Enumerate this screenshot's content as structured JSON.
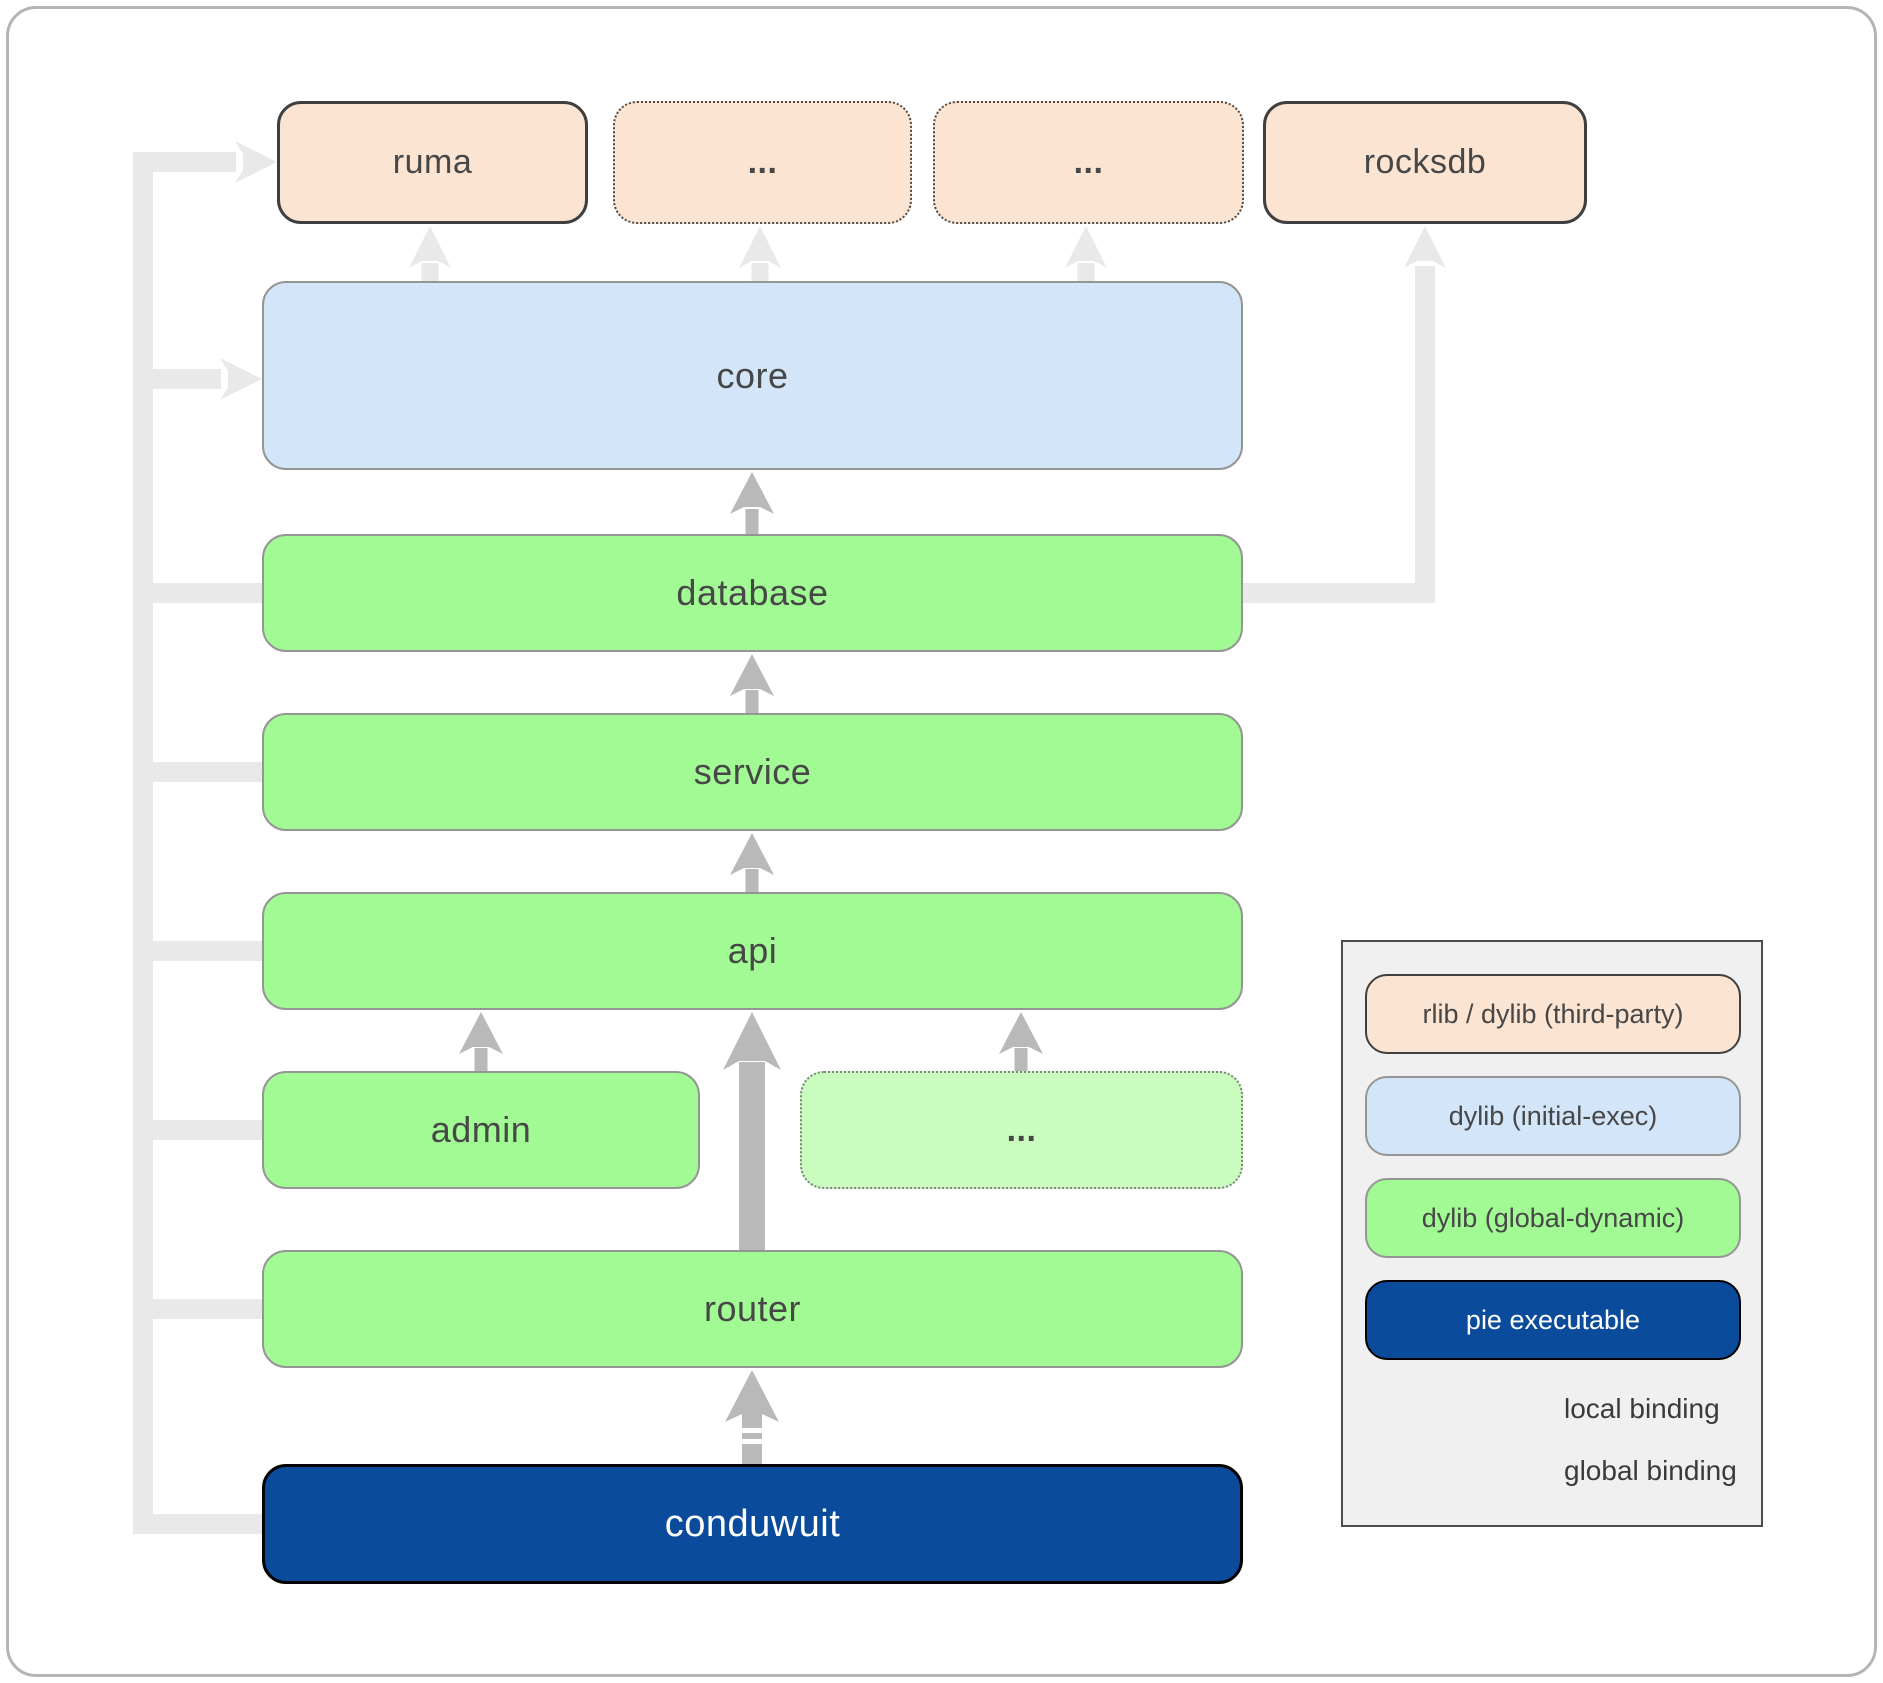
{
  "colors": {
    "peach": "#fce4d3",
    "blue": "#d3e5f8",
    "green": "#a2fa94",
    "green_light": "#c9fcbe",
    "navy": "#0a4b9c",
    "connector_light": "#e9e9e9",
    "connector_mid": "#b9b9b9",
    "box_text": "#474747",
    "legend_bg": "#f0f0f0"
  },
  "nodes": {
    "ruma": {
      "label": "ruma"
    },
    "dep1": {
      "label": "..."
    },
    "dep2": {
      "label": "..."
    },
    "rocksdb": {
      "label": "rocksdb"
    },
    "core": {
      "label": "core"
    },
    "database": {
      "label": "database"
    },
    "service": {
      "label": "service"
    },
    "api": {
      "label": "api"
    },
    "admin": {
      "label": "admin"
    },
    "more_crates": {
      "label": "..."
    },
    "router": {
      "label": "router"
    },
    "conduwuit": {
      "label": "conduwuit"
    }
  },
  "legend": {
    "items": [
      {
        "label": "rlib / dylib (third-party)",
        "type": "peach"
      },
      {
        "label": "dylib (initial-exec)",
        "type": "blue"
      },
      {
        "label": "dylib (global-dynamic)",
        "type": "green"
      },
      {
        "label": "pie executable",
        "type": "navy"
      }
    ],
    "bindings": [
      {
        "label": "local binding",
        "style": "dashed"
      },
      {
        "label": "global binding",
        "style": "solid"
      }
    ]
  }
}
